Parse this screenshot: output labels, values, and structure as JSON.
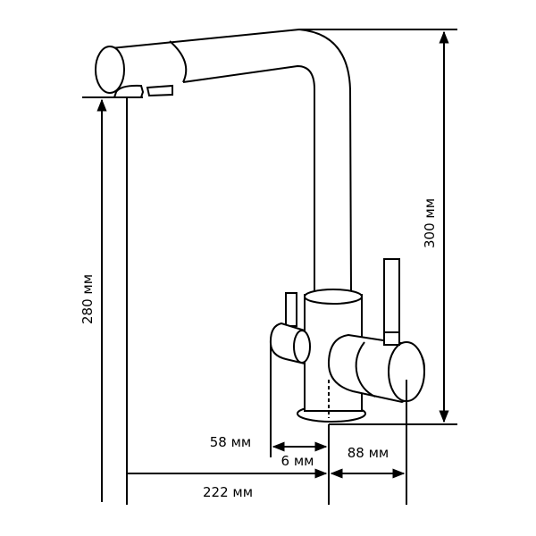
{
  "diagram": {
    "dimensions": {
      "spout_height": "280 мм",
      "total_height": "300 мм",
      "spout_reach": "222 мм",
      "left_handle_offset": "58 мм",
      "gap": "6 мм",
      "right_handle_offset": "88 мм"
    },
    "colors": {
      "line": "#000000",
      "background": "#ffffff"
    }
  }
}
